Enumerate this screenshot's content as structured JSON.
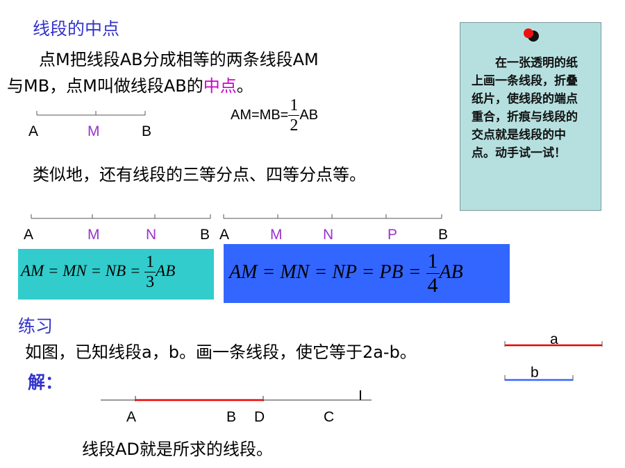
{
  "title": "线段的中点",
  "definition": {
    "line1": "点M把线段AB分成相等的两条线段AM",
    "line2_start": "与MB，点M叫做线段AB的",
    "line2_highlight": "中点",
    "line2_end": "。"
  },
  "segment1": {
    "a": "A",
    "m": "M",
    "b": "B"
  },
  "eq_mid": {
    "left": "AM=MB=",
    "num": "1",
    "den": "2",
    "right": "AB"
  },
  "similar": "类似地，还有线段的三等分点、四等分点等。",
  "segment3": {
    "a": "A",
    "m": "M",
    "n": "N",
    "b": "B"
  },
  "segment4": {
    "a": "A",
    "m": "M",
    "n": "N",
    "p": "P",
    "b": "B"
  },
  "eq_third": {
    "left": "AM = MN = NB = ",
    "num": "1",
    "den": "3",
    "right": "AB"
  },
  "eq_quarter": {
    "left": "AM = MN = NP = PB = ",
    "num": "1",
    "den": "4",
    "right": "AB"
  },
  "note": "在一张透明的纸上画一条线段，折叠纸片，使线段的端点重合，折痕与线段的交点就是线段的中点。动手试一试！",
  "exercise": {
    "heading": "练习",
    "question": "如图，已知线段a，b。画一条线段，使它等于2a-b。",
    "solution_label": "解：",
    "seg_a": "a",
    "seg_b": "b",
    "pts": {
      "a": "A",
      "b": "B",
      "d": "D",
      "c": "C"
    },
    "answer": "线段AD就是所求的线段。"
  },
  "colors": {
    "title": "#3333cc",
    "highlight": "#cc00cc",
    "point": "#9933cc",
    "box1": "#33cccc",
    "box2": "#3366ff",
    "note_bg": "#b6e0e0",
    "red_line": "#ee0000",
    "blue_line": "#3366ff"
  }
}
